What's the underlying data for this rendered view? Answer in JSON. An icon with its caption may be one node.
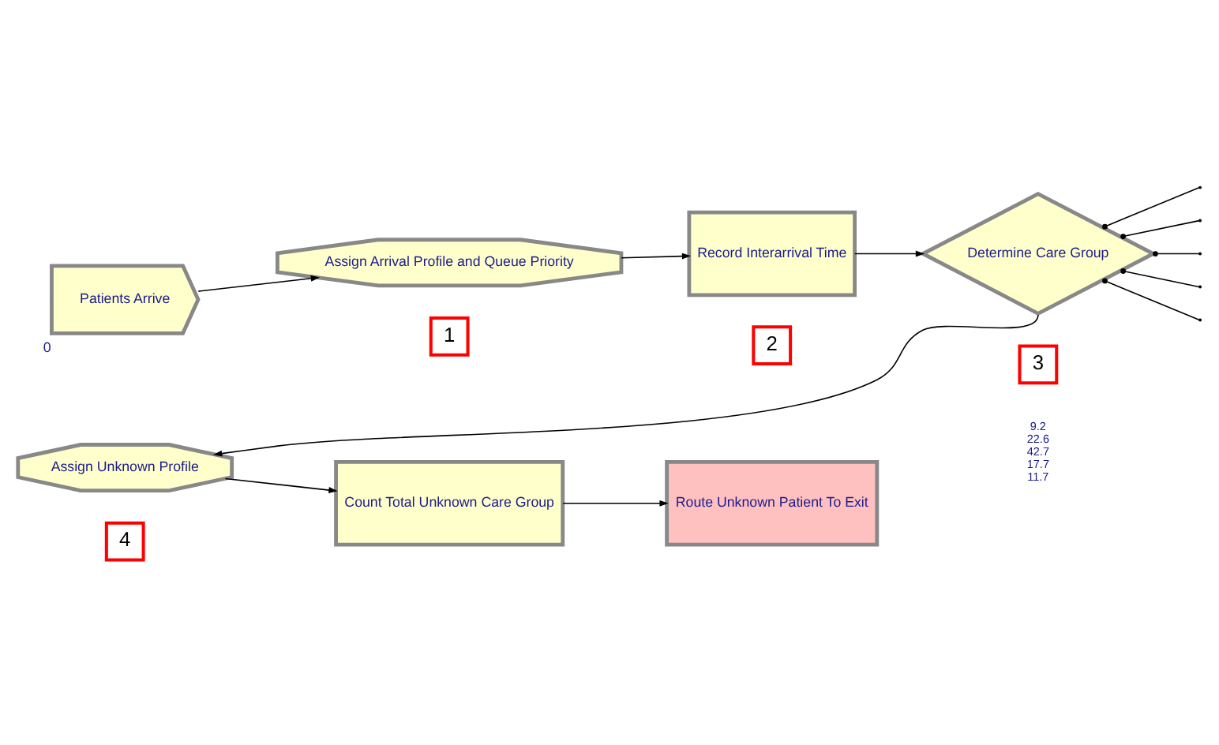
{
  "diagram": {
    "nodes": [
      {
        "text": [
          "Patients Arrive"
        ],
        "beside": [
          "0"
        ]
      },
      {
        "text": [
          "Assign Arrival Profile and Queue Priority"
        ]
      },
      {
        "text": [
          "Record Interarrival Time"
        ]
      },
      {
        "text": [
          "Determine Care Group"
        ],
        "beside": [
          "9.2",
          "22.6",
          "42.7",
          "17.7",
          "11.7"
        ]
      },
      {
        "text": [
          "Assign Unknown Profile"
        ]
      },
      {
        "text": [
          "Count Total Unknown Care Group"
        ]
      },
      {
        "text": [
          "Route Unknown Patient To Exit"
        ]
      },
      {
        "text": [
          "1"
        ]
      },
      {
        "text": [
          "2"
        ]
      },
      {
        "text": [
          "3"
        ]
      },
      {
        "text": [
          "4"
        ]
      }
    ],
    "edges": [
      {
        "from": 0,
        "to": 1,
        "arrow": "to"
      },
      {
        "from": 1,
        "to": 2,
        "arrow": "to"
      },
      {
        "from": 2,
        "to": 3,
        "arrow": "to"
      },
      {
        "from": 3,
        "to": 4,
        "arrow": "to"
      },
      {
        "from": 4,
        "to": 5,
        "arrow": "to"
      },
      {
        "from": 5,
        "to": 6,
        "arrow": "to"
      },
      {
        "from": 3,
        "to": null,
        "arrow": "other"
      },
      {
        "from": 3,
        "to": null,
        "arrow": "other"
      },
      {
        "from": 3,
        "to": null,
        "arrow": "other"
      },
      {
        "from": 3,
        "to": null,
        "arrow": "other"
      },
      {
        "from": 3,
        "to": null,
        "arrow": "other"
      }
    ]
  }
}
